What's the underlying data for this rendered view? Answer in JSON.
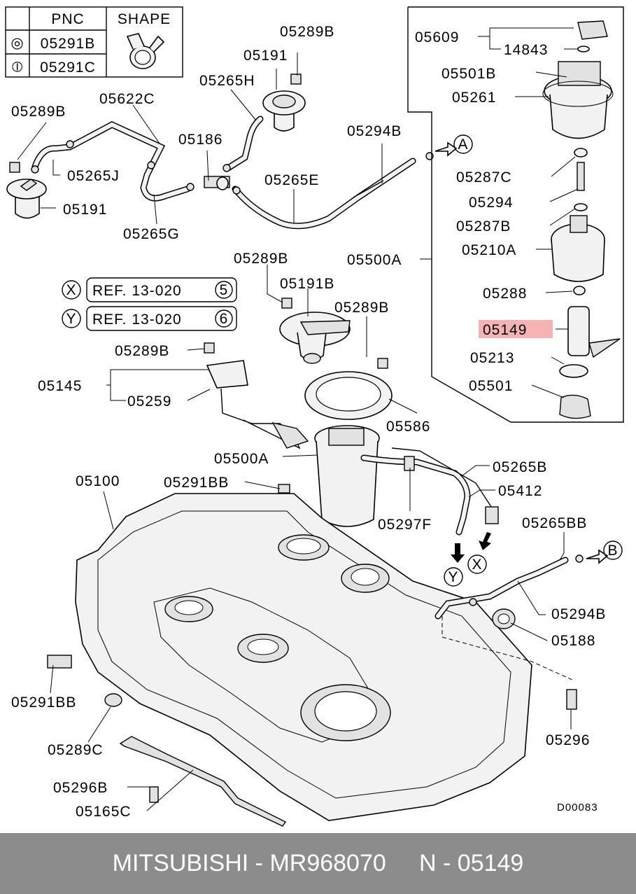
{
  "table": {
    "header_pnc": "PNC",
    "header_shape": "SHAPE",
    "rows": [
      {
        "symbol": "◎",
        "pnc": "05291B"
      },
      {
        "symbol": "⦶",
        "pnc": "05291C"
      }
    ]
  },
  "labels": {
    "l05289B_top": "05289B",
    "l05191_top": "05191",
    "l05265H": "05265H",
    "l05622C": "05622C",
    "l05289B_left": "05289B",
    "l05186": "05186",
    "l05294B_top": "05294B",
    "ref_a": "A",
    "l05265J": "05265J",
    "l05265E": "05265E",
    "l05191_left": "05191",
    "l05265G": "05265G",
    "l05609": "05609",
    "l14843": "14843",
    "l05501B": "05501B",
    "l05261": "05261",
    "l05287C": "05287C",
    "l05294": "05294",
    "l05287B": "05287B",
    "l05210A": "05210A",
    "l05288": "05288",
    "l05149": "05149",
    "l05213": "05213",
    "l05501": "05501",
    "l05500A_box": "05500A",
    "l05289B_mid": "05289B",
    "l05191B": "05191B",
    "l05289B_mid2": "05289B",
    "ref_x_sym": "X",
    "ref_x_text": "REF. 13-020",
    "ref_x_num": "5",
    "ref_y_sym": "Y",
    "ref_y_text": "REF. 13-020",
    "ref_y_num": "6",
    "l05289B_left2": "05289B",
    "l05145": "05145",
    "l05259": "05259",
    "l05586": "05586",
    "l05500A": "05500A",
    "l05265B": "05265B",
    "l05412": "05412",
    "l05100": "05100",
    "l05291BB_top": "05291BB",
    "l05297F": "05297F",
    "l05265BB": "05265BB",
    "ref_b": "B",
    "ref_y_arrow": "Y",
    "ref_x_arrow": "X",
    "l05294B_bot": "05294B",
    "l05188": "05188",
    "l05291BB_left": "05291BB",
    "l05289C": "05289C",
    "l05296": "05296",
    "l05296B": "05296B",
    "l05165C": "05165C",
    "diagram_code": "D00083"
  },
  "highlight_color": "#f5b3b3",
  "footer": {
    "brand": "MITSUBISHI",
    "sep1": " - ",
    "part_number": "MR968070",
    "gap": "     ",
    "n_prefix": "N",
    "sep2": " - ",
    "pnc": "05149"
  }
}
